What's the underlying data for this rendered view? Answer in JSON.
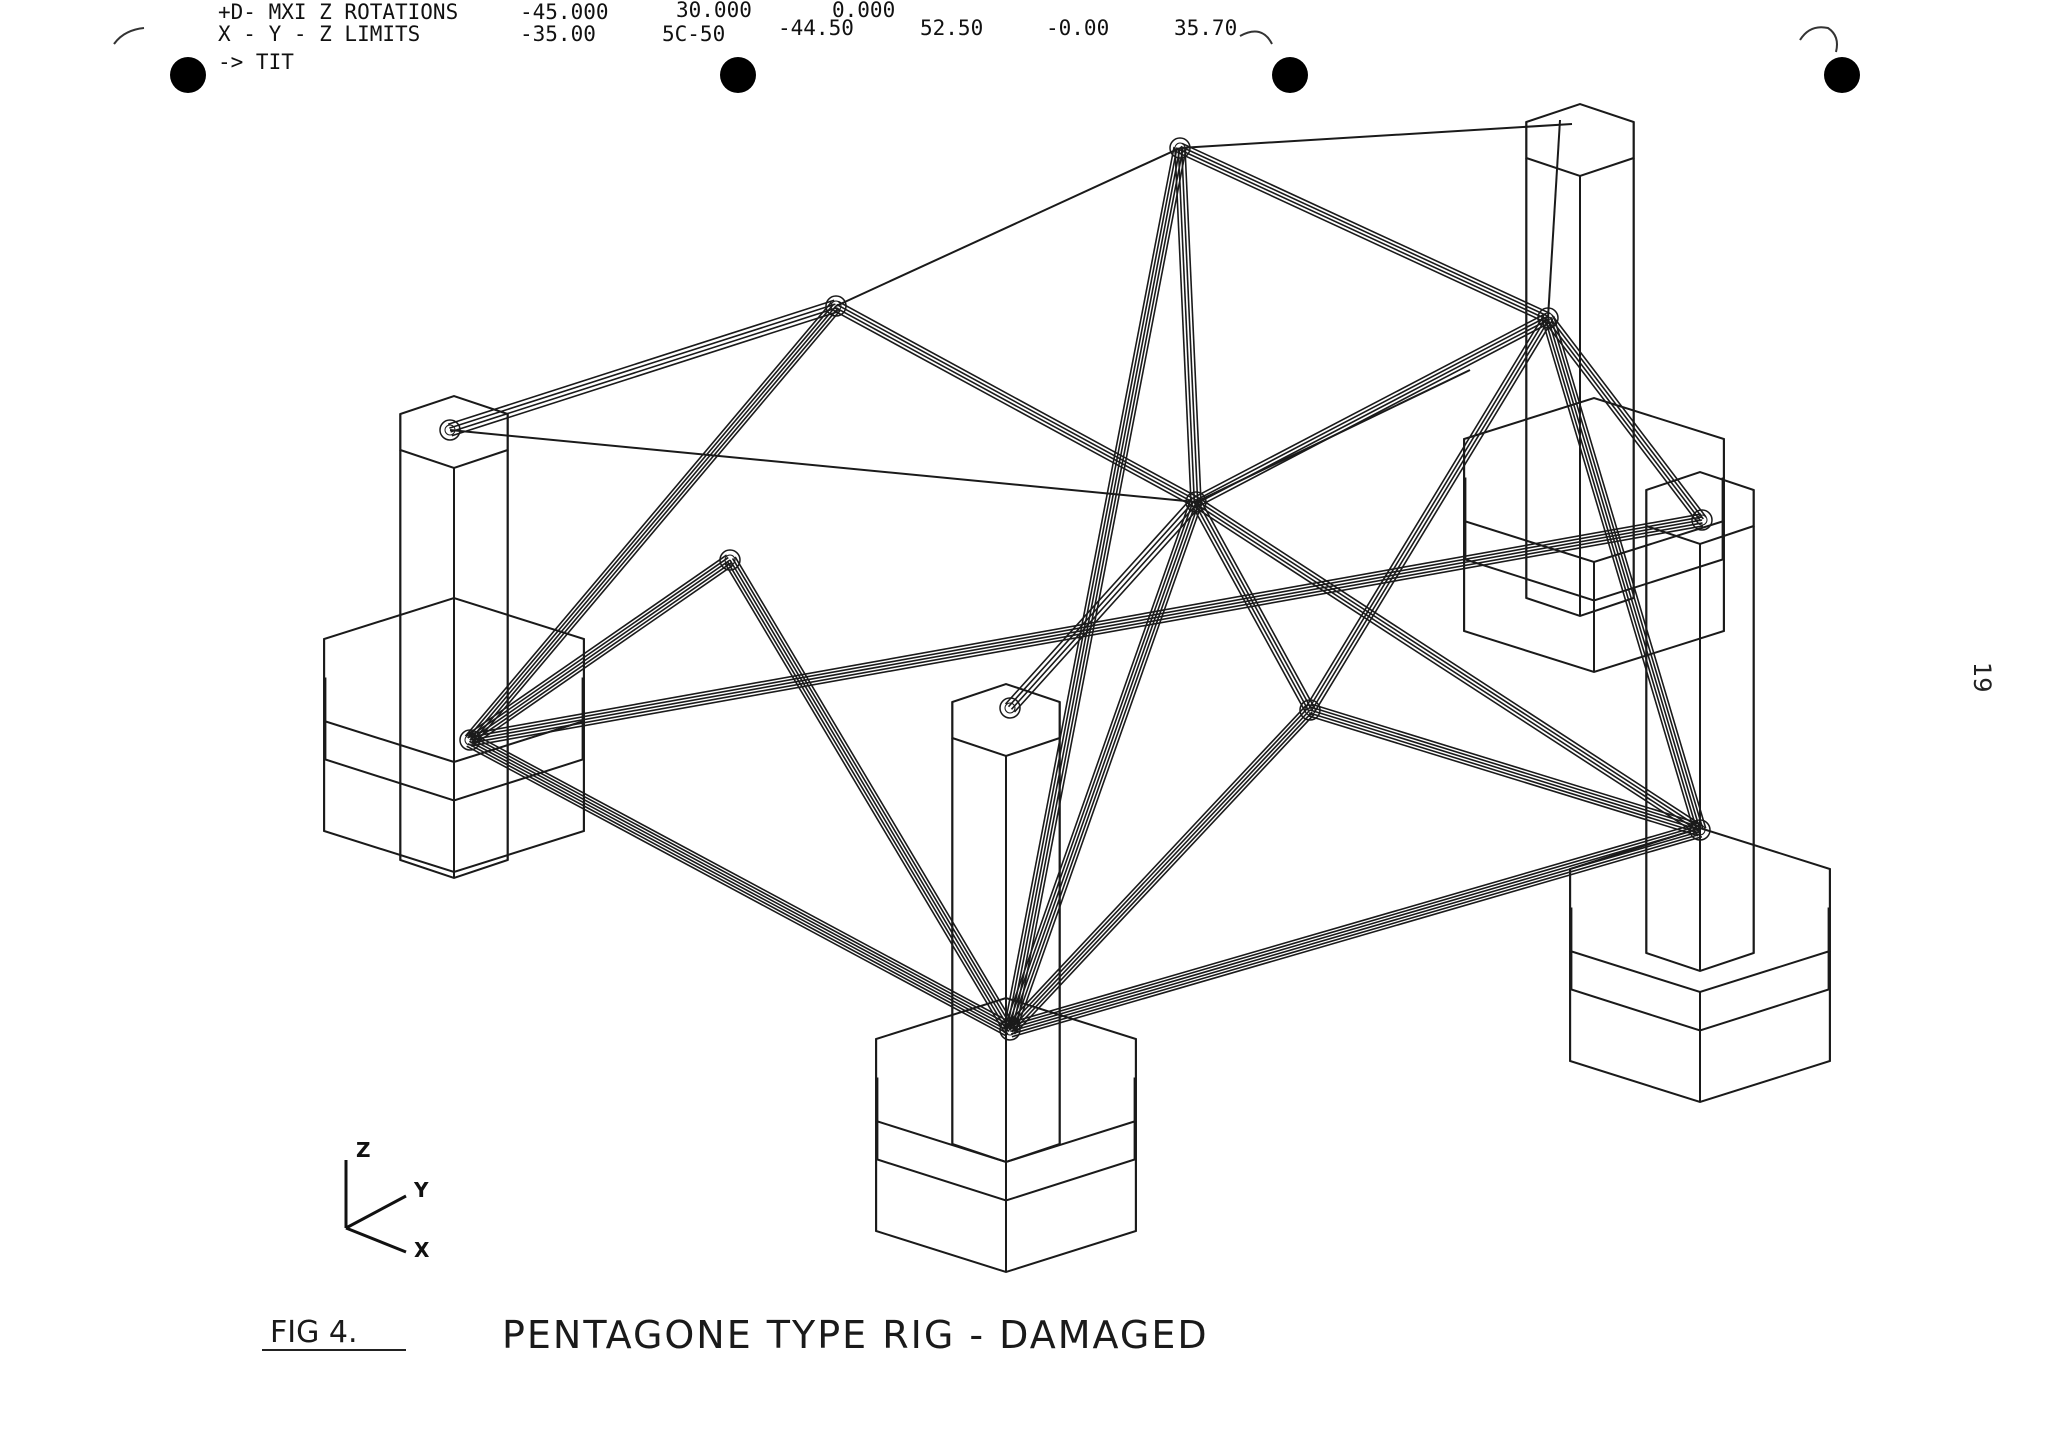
{
  "header": {
    "line1_label": "+D- MXI Z ROTATIONS",
    "line1_values": [
      "-45.000",
      "30.000",
      "0.000"
    ],
    "line2_label": "X - Y - Z LIMITS",
    "line2_values": [
      "-35.00",
      "5C-50",
      "-44.50",
      "52.50",
      "-0.00",
      "35.70"
    ],
    "line3_label": "-> TIT"
  },
  "axes": {
    "z": "Z",
    "y": "Y",
    "x": "X"
  },
  "caption": {
    "figure": "FIG 4.",
    "title": "PENTAGONE TYPE RIG - DAMAGED"
  },
  "page_number": "19",
  "colors": {
    "ink": "#111111",
    "paper": "#ffffff",
    "punch_hole": "#000000"
  }
}
